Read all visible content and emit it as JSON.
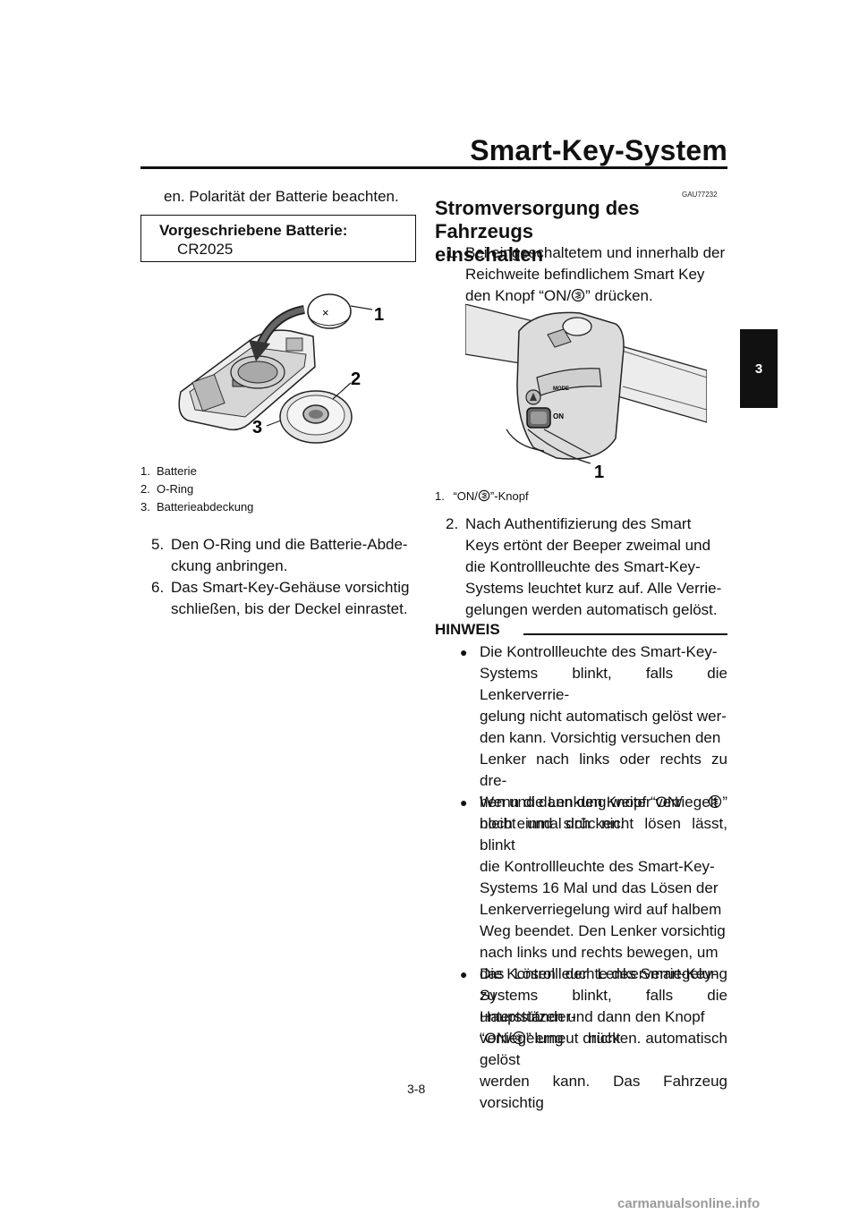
{
  "header": {
    "title": "Smart-Key-System",
    "chapter_tab": "3"
  },
  "left": {
    "intro": "en. Polarität der Batterie beachten.",
    "spec": {
      "label": "Vorgeschriebene Batterie:",
      "value": "CR2025"
    },
    "figure_callouts": [
      "1",
      "2",
      "3"
    ],
    "captions": [
      {
        "num": "1.",
        "text": "Batterie"
      },
      {
        "num": "2.",
        "text": "O-Ring"
      },
      {
        "num": "3.",
        "text": "Batterieabdeckung"
      }
    ],
    "steps": [
      {
        "num": "5.",
        "line1": "Den O-Ring und die Batterie-Abde-",
        "line2": "ckung anbringen."
      },
      {
        "num": "6.",
        "line1": "Das Smart-Key-Gehäuse vorsichtig",
        "line2": "schließen, bis der Deckel einrastet."
      }
    ]
  },
  "right": {
    "code": "GAU77232",
    "heading_line1": "Stromversorgung des Fahrzeugs",
    "heading_line2": "einschalten",
    "step1": {
      "num": "1.",
      "line1": "Bei eingeschaltetem und innerhalb der",
      "line2": "Reichweite befindlichem Smart Key",
      "line3_pre": "den Knopf “ON/",
      "line3_post": "” drücken."
    },
    "figure": {
      "callout": "1",
      "switch_label_on": "ON",
      "switch_label_mode": "MODE"
    },
    "caption": {
      "num": "1.",
      "pre": "“ON/",
      "post": "”-Knopf"
    },
    "step2": {
      "num": "2.",
      "lines": [
        "Nach Authentifizierung des Smart",
        "Keys ertönt der Beeper zweimal und",
        "die Kontrollleuchte des Smart-Key-",
        "Systems leuchtet kurz auf. Alle Verrie-",
        "gelungen werden automatisch gelöst."
      ]
    },
    "hinweis": "HINWEIS",
    "bullet1": {
      "lines": [
        "Die Kontrollleuchte des Smart-Key-",
        "Systems blinkt, falls die Lenkerverrie-",
        "gelung nicht automatisch gelöst wer-",
        "den kann. Vorsichtig versuchen den",
        "Lenker nach links oder rechts zu dre-"
      ],
      "line6_pre": "hen und dann den Knopf “ON/",
      "line6_post": "”",
      "line7": "noch einmal drücken."
    },
    "bullet2": {
      "lines": [
        "Wenn die Lenkung weiter verriegelt",
        "bleibt und sich nicht lösen lässt, blinkt",
        "die Kontrollleuchte des Smart-Key-",
        "Systems 16 Mal und das Lösen der",
        "Lenkerverriegelung wird auf halbem",
        "Weg beendet. Den Lenker vorsichtig",
        "nach links und rechts bewegen, um",
        "das Lösen der Lenkerverriegelung zu",
        "unterstützen und dann den Knopf"
      ],
      "last_pre": "“ON/",
      "last_post": "” erneut drücken."
    },
    "bullet3": {
      "lines": [
        "Die Kontrollleuchte des Smart-Key-",
        "Systems blinkt, falls die Hauptständer-",
        "verriegelung nicht automatisch gelöst",
        "werden kann. Das Fahrzeug vorsichtig"
      ]
    }
  },
  "footer": {
    "page_number": "3-8",
    "watermark": "carmanualsonline.info"
  }
}
